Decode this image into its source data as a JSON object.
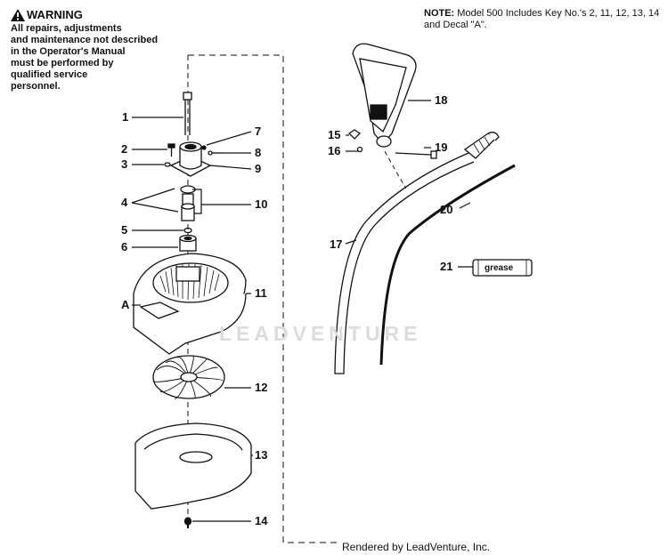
{
  "warning": {
    "title": "WARNING",
    "lines": [
      "All repairs, adjustments",
      "and maintenance not described",
      "in the Operator's Manual",
      "must be performed by",
      "qualified service",
      "personnel."
    ]
  },
  "note": {
    "prefix": "NOTE:",
    "text": " Model 500 Includes Key No.'s 2, 11, 12, 13, 14 and Decal \"A\"."
  },
  "watermark": "LEADVENTURE",
  "footer": "Rendered by LeadVenture, Inc.",
  "parts": {
    "p1": "1",
    "p2": "2",
    "p3": "3",
    "p4": "4",
    "p5": "5",
    "p6": "6",
    "p7": "7",
    "p8": "8",
    "p9": "9",
    "p10": "10",
    "p11": "11",
    "p12": "12",
    "p13": "13",
    "p14": "14",
    "p15": "15",
    "p16": "16",
    "p17": "17",
    "p18": "18",
    "p19": "19",
    "p20": "20",
    "p21": "21",
    "pA": "A"
  },
  "grease_label": "grease"
}
